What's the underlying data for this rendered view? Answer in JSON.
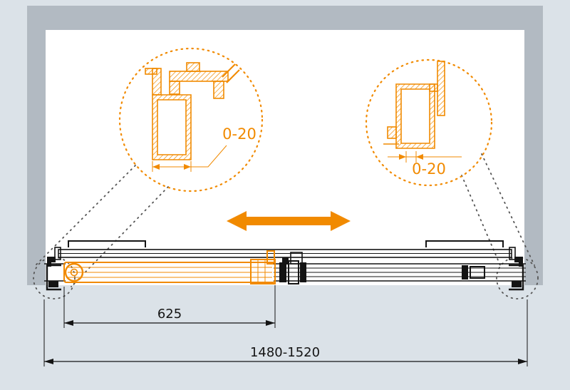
{
  "colors": {
    "background": "#dbe2e8",
    "wall": "#b2bac2",
    "paper": "#ffffff",
    "accent": "#f18a00",
    "line": "#141414",
    "callout": "#555555"
  },
  "details": {
    "left_adjustment": "0-20",
    "right_adjustment": "0-20"
  },
  "dimensions": {
    "door_panel_width": "625",
    "overall_width_range": "1480-1520"
  }
}
